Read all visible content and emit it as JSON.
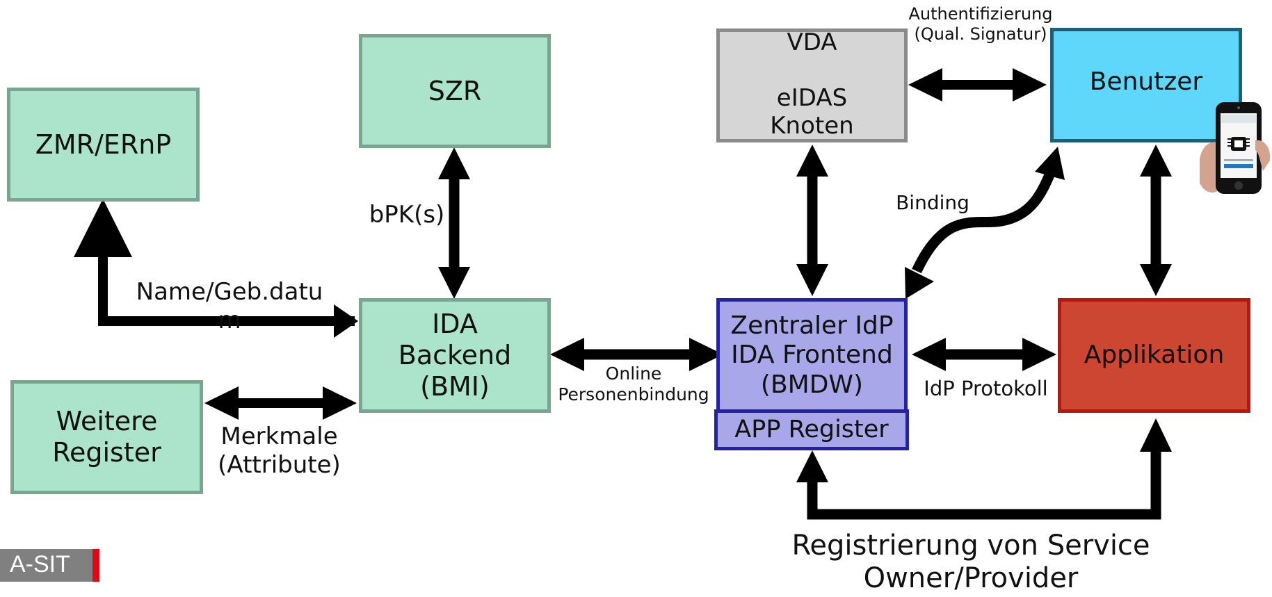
{
  "boxes": {
    "zmr": "ZMR/ERnP",
    "szr": "SZR",
    "vda": "VDA\n\neIDAS\nKnoten",
    "benutzer": "Benutzer",
    "ida_backend": "IDA\nBackend\n(BMI)",
    "zentraler_idp": "Zentraler IdP\nIDA Frontend\n(BMDW)",
    "app_register": "APP Register",
    "applikation": "Applikation",
    "weitere_register": "Weitere\nRegister"
  },
  "labels": {
    "authentifizierung": "Authentifizierung\n(Qual. Signatur)",
    "bpk": "bPK(s)",
    "binding": "Binding",
    "name_geb": "Name/Geb.datu\nm",
    "online": "Online\nPersonenbindung",
    "idp_protokoll": "IdP Protokoll",
    "merkmale": "Merkmale\n(Attribute)",
    "registrierung": "Registrierung von Service\nOwner/Provider"
  },
  "logo": {
    "text": "A-SIT"
  },
  "colors": {
    "green": "#abe3cb",
    "grey": "#d6d6d6",
    "blue": "#5fd7fb",
    "purple": "#a7a7e9",
    "red": "#cd4631",
    "arrow": "#000000"
  },
  "icons": [
    "smartphone-icon"
  ]
}
